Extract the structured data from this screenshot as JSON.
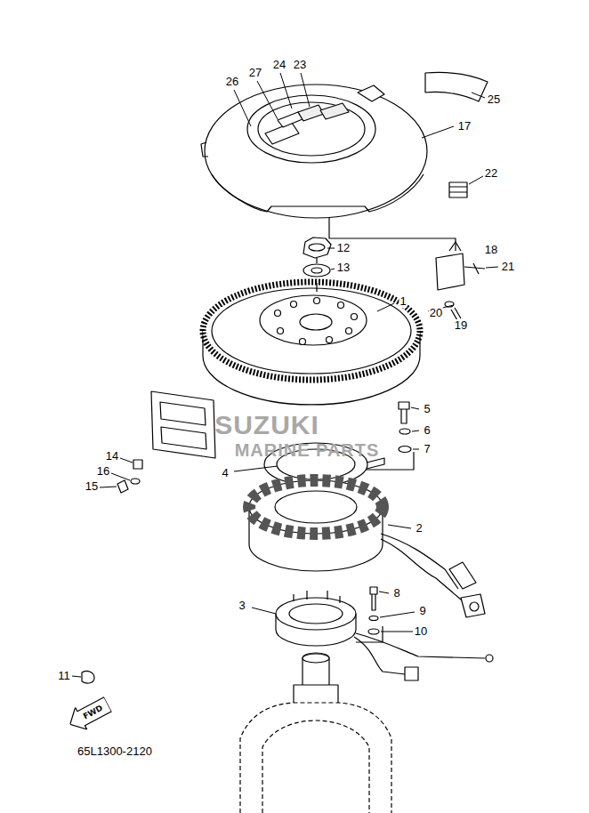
{
  "diagram": {
    "nodes": [
      {
        "text": [
          "FWD"
        ]
      }
    ],
    "edges": [],
    "labels": [
      "26",
      "27",
      "24",
      "23",
      "25",
      "17",
      "22",
      "12",
      "18",
      "13",
      "21",
      "1",
      "20",
      "19",
      "5",
      "6",
      "7",
      "SUZUKI",
      "MARINE PARTS",
      "4",
      "14",
      "16",
      "15",
      "2",
      "8",
      "9",
      "10",
      "3",
      "11",
      "65L1300-2120"
    ]
  }
}
